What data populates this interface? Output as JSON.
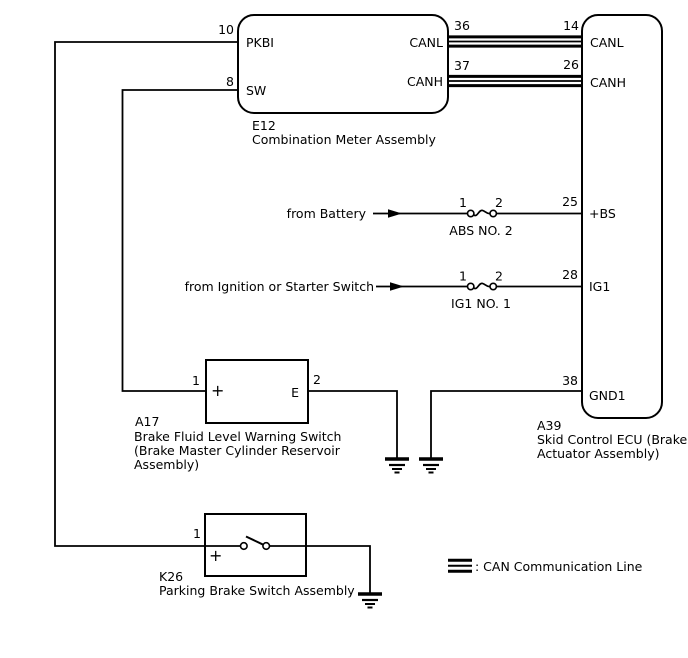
{
  "components": {
    "e12": {
      "code": "E12",
      "name": "Combination Meter Assembly",
      "pin_10": "10",
      "pin_8": "8",
      "pin_36": "36",
      "pin_37": "37",
      "pkbi": "PKBI",
      "sw": "SW",
      "canl": "CANL",
      "canh": "CANH"
    },
    "a39": {
      "code": "A39",
      "name_line1": "Skid Control ECU (Brake",
      "name_line2": "Actuator Assembly)",
      "pin_14": "14",
      "pin_26": "26",
      "pin_25": "25",
      "pin_28": "28",
      "pin_38": "38",
      "canl": "CANL",
      "canh": "CANH",
      "bs": "+BS",
      "ig1": "IG1",
      "gnd1": "GND1"
    },
    "a17": {
      "code": "A17",
      "name_line1": "Brake Fluid Level Warning Switch",
      "name_line2": "(Brake Master Cylinder Reservoir",
      "name_line3": "Assembly)",
      "pin_1": "1",
      "pin_2": "2",
      "plus": "+",
      "e": "E"
    },
    "k26": {
      "code": "K26",
      "name": "Parking Brake Switch Assembly",
      "pin_1": "1",
      "plus": "+"
    }
  },
  "sources": {
    "battery": "from Battery",
    "ignition": "from Ignition or Starter Switch"
  },
  "fuses": {
    "abs": {
      "pin_1": "1",
      "pin_2": "2",
      "name": "ABS NO. 2"
    },
    "ig1": {
      "pin_1": "1",
      "pin_2": "2",
      "name": "IG1 NO. 1"
    }
  },
  "legend": {
    "can_line": ": CAN Communication Line"
  },
  "colors": {
    "line": "#000000",
    "background": "#ffffff",
    "text": "#000000"
  }
}
